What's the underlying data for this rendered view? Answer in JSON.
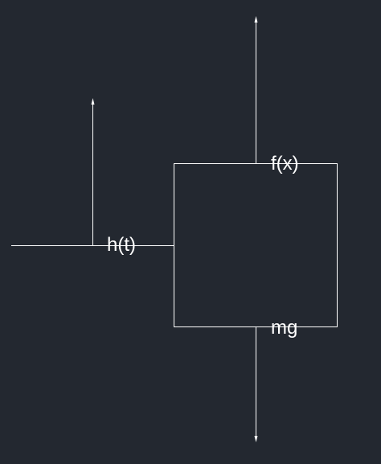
{
  "diagram": {
    "background_color": "#232830",
    "line_color": "#ffffff",
    "labels": {
      "top_force": "f(x)",
      "bottom_force": "mg",
      "left_force": "h(t)"
    }
  }
}
